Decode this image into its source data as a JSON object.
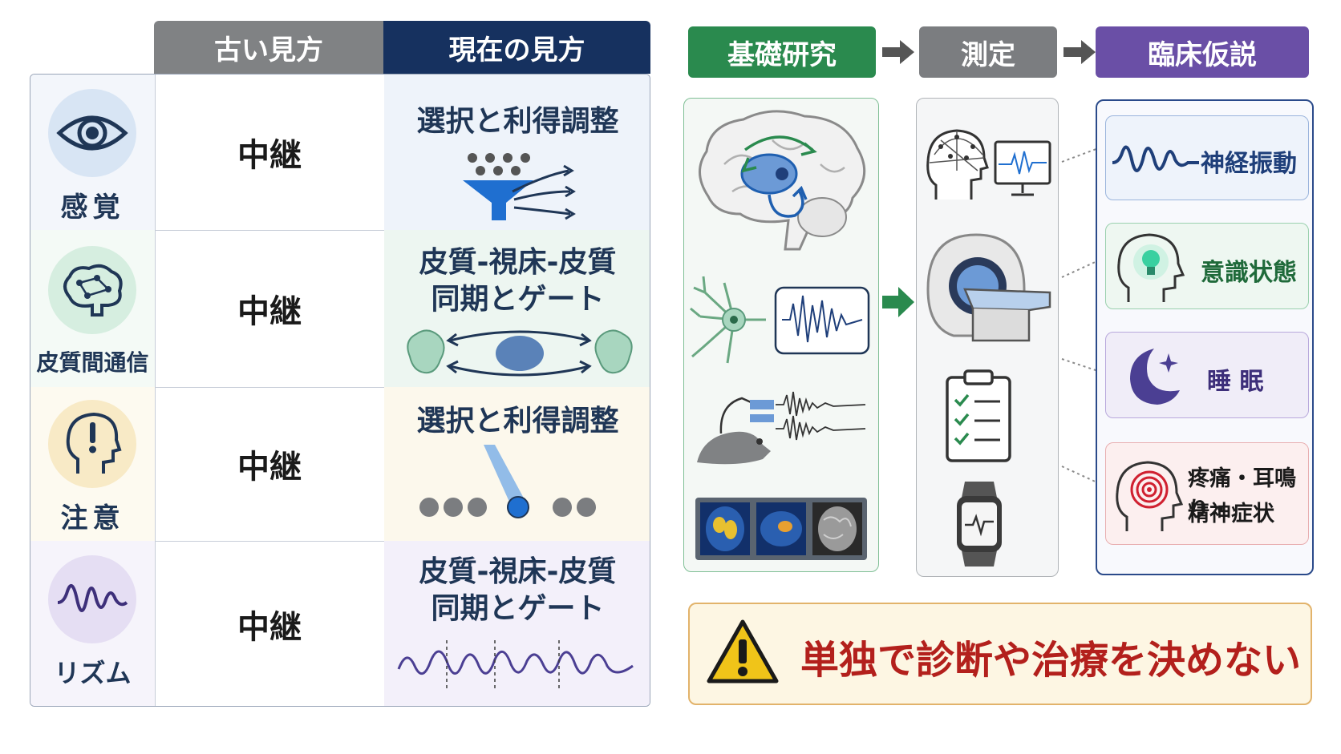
{
  "table": {
    "header_old": "古い見方",
    "header_new": "現在の見方",
    "rows": [
      {
        "category": "感覚",
        "old": "中継",
        "new_line1": "選択と利得調整",
        "new_line2": ""
      },
      {
        "category": "皮質間通信",
        "old": "中継",
        "new_line1": "皮質-視床-皮質",
        "new_line2": "同期とゲート"
      },
      {
        "category": "注意",
        "old": "中継",
        "new_line1": "選択と利得調整",
        "new_line2": ""
      },
      {
        "category": "リズム",
        "old": "中継",
        "new_line1": "皮質-視床-皮質",
        "new_line2": "同期とゲート"
      }
    ]
  },
  "flow": {
    "stages": [
      {
        "label": "基礎研究",
        "color": "#2a8a4e"
      },
      {
        "label": "測定",
        "color": "#7b7d80"
      },
      {
        "label": "臨床仮説",
        "color": "#6a4fa6"
      }
    ],
    "hypotheses": [
      {
        "label": "神経振動",
        "color": "#1f3f7a",
        "icon": "wave-icon"
      },
      {
        "label": "意識状態",
        "color": "#1f6a3a",
        "icon": "lightbulb-head-icon"
      },
      {
        "label": "睡 眠",
        "color": "#3d2f7a",
        "icon": "moon-icon"
      },
      {
        "label_line1": "疼痛・耳鳴り・",
        "label_line2": "精神症状",
        "color": "#1a1a1a",
        "icon": "target-head-icon"
      }
    ]
  },
  "warning": {
    "text": "単独で診断や治療を決めない",
    "color": "#b3201c"
  },
  "colors": {
    "navy": "#16315f",
    "gray_header": "#808284"
  }
}
